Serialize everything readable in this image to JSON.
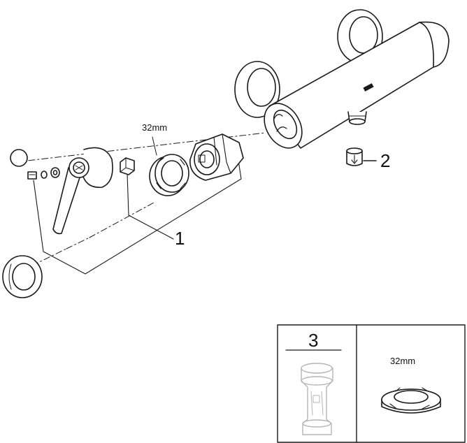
{
  "callouts": {
    "part1": "1",
    "part2": "2",
    "part3": "3"
  },
  "dimensions": {
    "nut_wrench_size": "32mm",
    "inset_wrench_size": "32mm"
  },
  "colors": {
    "line": "#1a1a1a",
    "inset_grey": "#b5b5b5",
    "background": "#ffffff"
  }
}
